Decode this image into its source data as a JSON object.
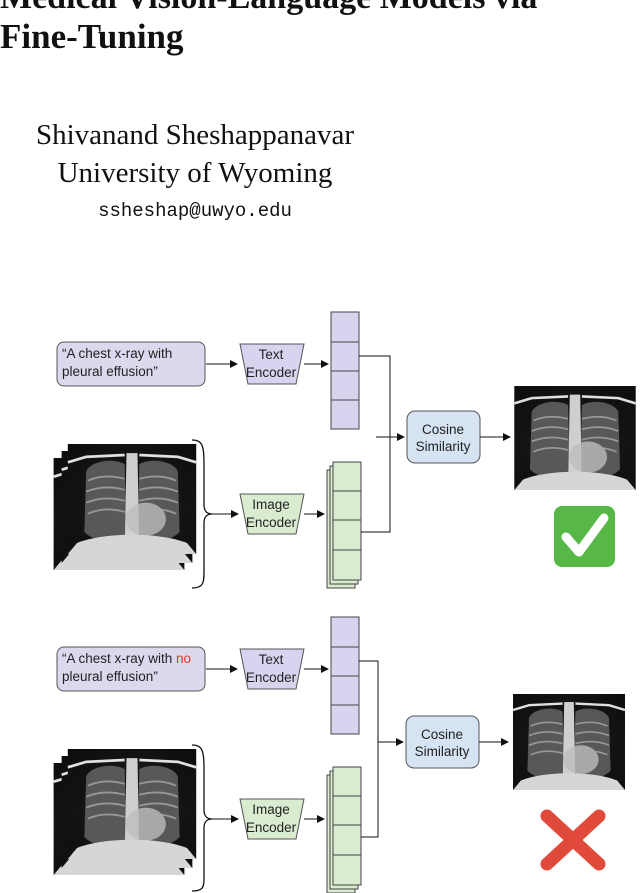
{
  "paper": {
    "title_line1": "Medical Vision-Language Models via",
    "title_line2": "Fine-Tuning",
    "author_name": "Shivanand Sheshappanavar",
    "affiliation": "University of Wyoming",
    "email": "ssheshap@uwyo.edu"
  },
  "figure": {
    "top_row": {
      "prompt_line1": "“A chest x-ray with",
      "prompt_line2": "pleural effusion”",
      "text_encoder_line1": "Text",
      "text_encoder_line2": "Encoder",
      "image_encoder_line1": "Image",
      "image_encoder_line2": "Encoder",
      "similarity_line1": "Cosine",
      "similarity_line2": "Similarity",
      "result": "match",
      "result_icon": "check-mark-icon"
    },
    "bottom_row": {
      "prompt_line1_prefix": "“A chest x-ray with ",
      "prompt_line1_highlight": "no",
      "prompt_line2": "pleural effusion”",
      "text_encoder_line1": "Text",
      "text_encoder_line2": "Encoder",
      "image_encoder_line1": "Image",
      "image_encoder_line2": "Encoder",
      "similarity_line1": "Cosine",
      "similarity_line2": "Similarity",
      "result": "mismatch",
      "result_icon": "cross-mark-icon"
    },
    "colors": {
      "prompt_fill": "#dcd8ee",
      "text_embed_fill": "#d8d4ef",
      "image_embed_fill": "#d9ecd0",
      "image_encoder_fill": "#d9ecd0",
      "similarity_fill": "#d5e3f3",
      "highlight": "#e0382d",
      "check_green": "#57b847",
      "cross_red": "#e14a3b"
    }
  }
}
